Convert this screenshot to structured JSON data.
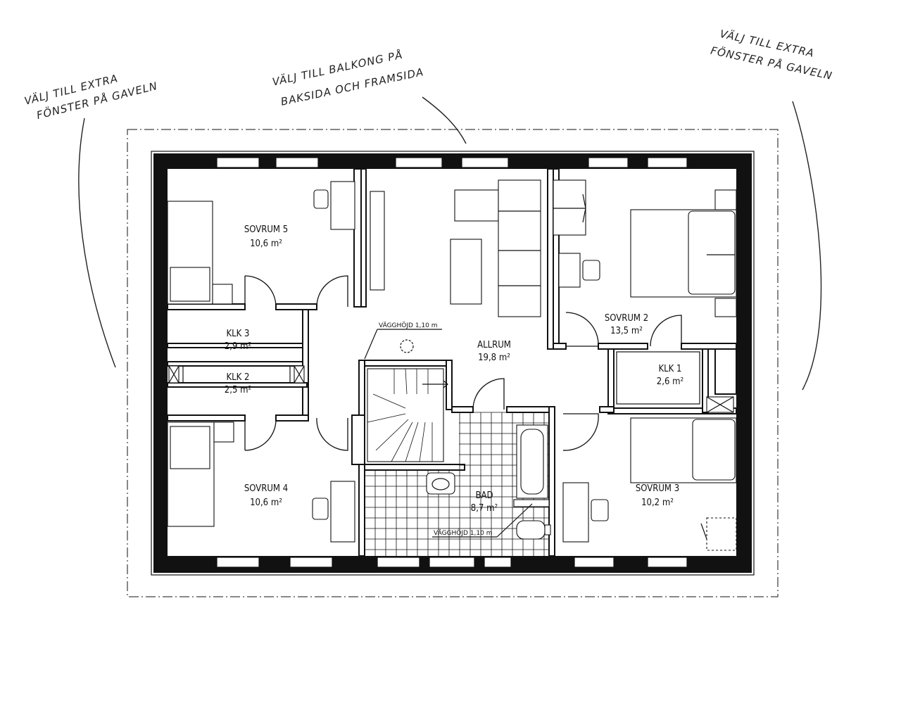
{
  "annotations": {
    "left": {
      "line1": "VÄLJ TILL EXTRA",
      "line2": "FÖNSTER PÅ GAVELN"
    },
    "center": {
      "line1": "VÄLJ TILL BALKONG PÅ",
      "line2": "BAKSIDA OCH FRAMSIDA"
    },
    "right": {
      "line1": "VÄLJ TILL EXTRA",
      "line2": "FÖNSTER PÅ GAVELN"
    }
  },
  "rooms": {
    "sovrum5": {
      "name": "SOVRUM 5",
      "area": "10,6 m²"
    },
    "klk3": {
      "name": "KLK 3",
      "area": "2,9 m²"
    },
    "klk2": {
      "name": "KLK 2",
      "area": "2,5 m²"
    },
    "sovrum4": {
      "name": "SOVRUM 4",
      "area": "10,6 m²"
    },
    "allrum": {
      "name": "ALLRUM",
      "area": "19,8 m²"
    },
    "bad": {
      "name": "BAD",
      "area": "8,7 m²"
    },
    "sovrum2": {
      "name": "SOVRUM 2",
      "area": "13,5 m²"
    },
    "klk1": {
      "name": "KLK 1",
      "area": "2,6 m²"
    },
    "sovrum3": {
      "name": "SOVRUM 3",
      "area": "10,2 m²"
    }
  },
  "notes": {
    "wall_height_top": "VÄGGHÖJD 1,10 m",
    "wall_height_bottom": "VÄGGHÖJD 1,10 m"
  }
}
